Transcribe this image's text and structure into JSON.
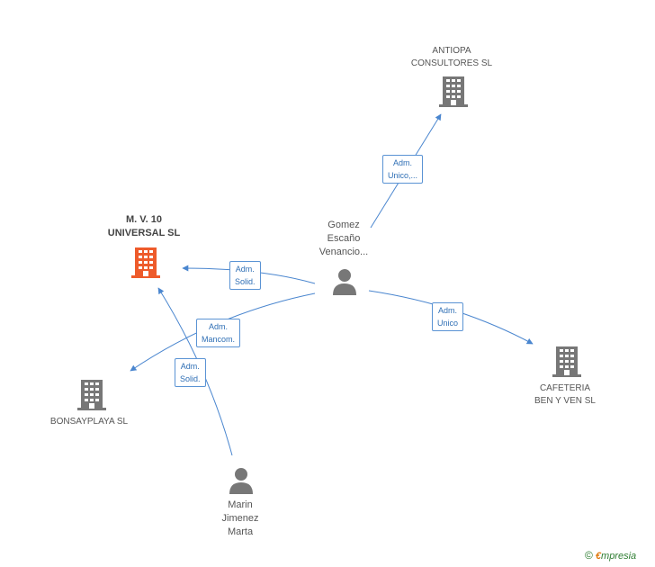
{
  "nodes": {
    "mv10": {
      "label": "M. V. 10\nUNIVERSAL SL",
      "type": "company",
      "color": "#ee5b2b"
    },
    "antiopa": {
      "label": "ANTIOPA\nCONSULTORES SL",
      "type": "company",
      "color": "#777777"
    },
    "bonsay": {
      "label": "BONSAYPLAYA SL",
      "type": "company",
      "color": "#777777"
    },
    "cafeteria": {
      "label": "CAFETERIA\nBEN Y VEN  SL",
      "type": "company",
      "color": "#777777"
    },
    "gomez": {
      "label": "Gomez\nEscaño\nVenancio...",
      "type": "person",
      "color": "#777777"
    },
    "marin": {
      "label": "Marin\nJimenez\nMarta",
      "type": "person",
      "color": "#777777"
    }
  },
  "edges": {
    "gomez_antiopa": "Adm.\nUnico,...",
    "gomez_mv10": "Adm.\nSolid.",
    "gomez_bonsay": "Adm.\nMancom.",
    "gomez_cafeteria": "Adm.\nUnico",
    "marin_mv10": "Adm.\nSolid."
  },
  "colors": {
    "edge": "#4a86cf",
    "accent_company": "#ee5b2b"
  },
  "footer": {
    "copyright": "©",
    "brand_first": "€",
    "brand_rest": "mpresia"
  }
}
